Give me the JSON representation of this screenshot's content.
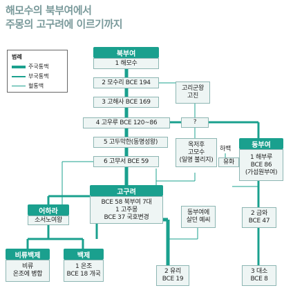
{
  "title_line1": "해모수의 북부여에서",
  "title_line2": "주몽의 고구려에 이르기까지",
  "legend": {
    "title": "범례",
    "main": "주국통맥",
    "sub": "부국통맥",
    "blood": "혈통맥"
  },
  "colors": {
    "main": "#1aa08e",
    "box_bg": "#eef5f4",
    "box_border": "#8cb5b2",
    "title": "#7a9a9b"
  },
  "bukbuyeo": {
    "header": "북부여",
    "k1": "1 해모수",
    "k2": "2 모수리 BCE 194",
    "k3": "3 고해사 BCE 169",
    "k4": "4 고우루 BCE 120~86",
    "k5": "5 고두막한(동명성왕)",
    "k6": "6 고무서 BCE 59"
  },
  "goriguk": {
    "line1": "고리군왕",
    "line2": "고진"
  },
  "question": "?",
  "okjeo": {
    "line1": "옥저후",
    "line2": "고모수",
    "line3": "(일명 불리지)"
  },
  "haebaek": "하백",
  "yuhwa": "유화",
  "dongbuyeo": {
    "header": "동부여",
    "k1_line1": "1 해부루",
    "k1_line2": "BCE 86",
    "k1_line3": "(가섭원부여)",
    "k2_line1": "2 금와",
    "k2_line2": "BCE 47",
    "k3_line1": "3 대소",
    "k3_line2": "BCE 8"
  },
  "goguryeo": {
    "header": "고구려",
    "line1": "BCE 58 북부여 7대",
    "line2": "1 고주몽",
    "line3": "BCE 37 국호변경"
  },
  "dongbuyeo_escape": {
    "line1": "동부여에",
    "line2": "살던 예씨"
  },
  "yuri": {
    "line1": "2 유리",
    "line2": "BCE 19"
  },
  "eohara": {
    "header": "어하라",
    "line1": "소서노여왕"
  },
  "biryu": {
    "header": "비류백제",
    "line1": "비류",
    "line2": "온조에 병합"
  },
  "baekje": {
    "header": "백제",
    "line1": "1 온조",
    "line2": "BCE 18 개국"
  }
}
